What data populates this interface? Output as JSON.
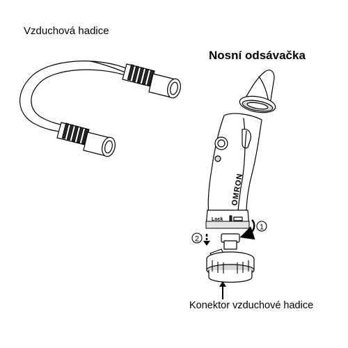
{
  "labels": {
    "air_hose": "Vzduchová hadice",
    "title": "Nosní odsávačka",
    "hose_connector": "Konektor vzduchové hadice",
    "brand": "OMRON",
    "lock": "Lock",
    "step_1": "1",
    "step_2": "2"
  },
  "icons": [
    "rotation-arrow-icon",
    "down-arrow-icon",
    "pointer-arrow-icon"
  ]
}
